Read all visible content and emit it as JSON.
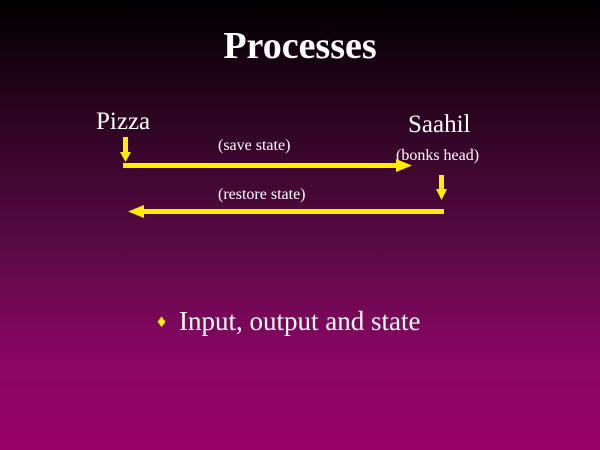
{
  "slide": {
    "title": "Processes",
    "left_actor": "Pizza",
    "right_actor": "Saahil",
    "save_label": "(save state)",
    "event_label": "(bonks head)",
    "restore_label": "(restore state)",
    "bullets": [
      {
        "icon": "diamond-bullet-icon",
        "text": "Input, output and state"
      }
    ]
  },
  "colors": {
    "arrow": "#ffee00",
    "text": "#ffffff",
    "bg_top": "#000000",
    "bg_bottom": "#990068"
  }
}
